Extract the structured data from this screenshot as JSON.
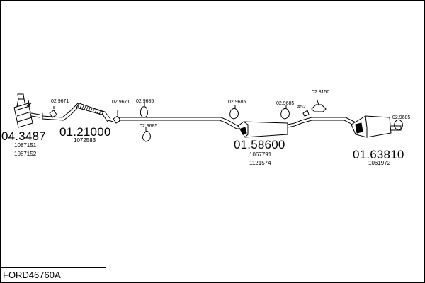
{
  "title": "FORD46760A",
  "parts": [
    {
      "code": "04.3487",
      "refs": [
        "1087151",
        "1087152"
      ]
    },
    {
      "code": "01.21000",
      "refs": [
        "1072583"
      ]
    },
    {
      "code": "01.58600",
      "refs": [
        "1067791",
        "1121574"
      ]
    },
    {
      "code": "01.63810",
      "refs": [
        "1061972"
      ]
    }
  ],
  "fittings": [
    "02.9671",
    "02.9671",
    "02.9685",
    "02.9685",
    "02.9685",
    "02.9685",
    "02.8150",
    "#52",
    "02.9685"
  ]
}
